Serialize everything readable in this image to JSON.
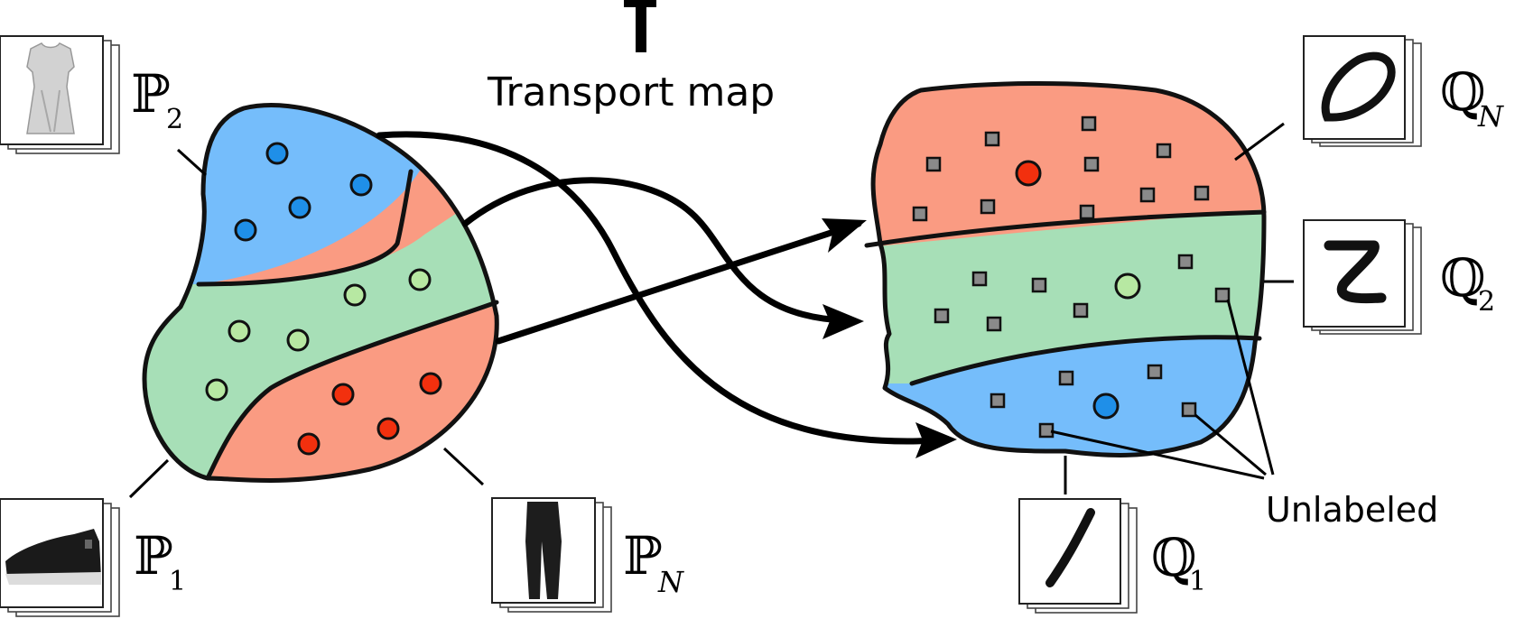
{
  "title": "Transport map",
  "annotation": "Unlabeled",
  "colors": {
    "blue_region": "#75bdfb",
    "green_region": "#a7dfb7",
    "red_region": "#fa9b82",
    "blue_point": "#1f8fe8",
    "green_point": "#b7e8a2",
    "red_point": "#f2300e",
    "unlabeled_point": "#8a8a8a",
    "outline": "#111111"
  },
  "source": {
    "labels": [
      {
        "letter": "ℙ",
        "sub": "2",
        "image_icon": "dress-icon"
      },
      {
        "letter": "ℙ",
        "sub": "1",
        "image_icon": "sneaker-icon"
      },
      {
        "letter": "ℙ",
        "sub": "N",
        "image_icon": "trousers-icon"
      }
    ]
  },
  "target": {
    "labels": [
      {
        "letter": "ℚ",
        "sub": "N",
        "image_icon": "digit-zero-icon"
      },
      {
        "letter": "ℚ",
        "sub": "2",
        "image_icon": "digit-two-icon"
      },
      {
        "letter": "ℚ",
        "sub": "1",
        "image_icon": "digit-one-icon"
      }
    ]
  }
}
